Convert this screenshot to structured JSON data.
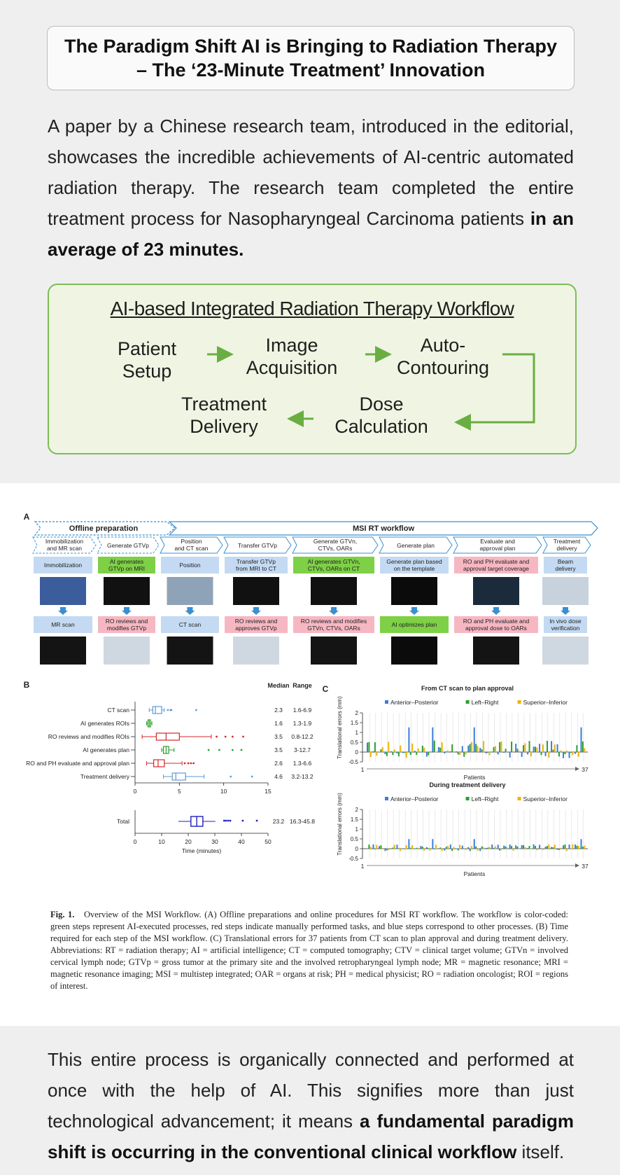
{
  "title": {
    "line1": "The Paradigm Shift AI is Bringing to Radiation Therapy",
    "line2": "– The ‘23-Minute Treatment’ Innovation"
  },
  "intro": {
    "text": "A paper by a Chinese research team, introduced in the editorial, showcases the incredible achievements of AI-centric automated radiation therapy. The research team completed the entire treatment process for Nasopharyngeal Carcinoma patients ",
    "bold": "in an average of 23 minutes."
  },
  "workflow": {
    "title": "AI-based Integrated Radiation Therapy Workflow",
    "steps": [
      {
        "line1": "Patient",
        "line2": "Setup"
      },
      {
        "line1": "Image",
        "line2": "Acquisition"
      },
      {
        "line1": "Auto-",
        "line2": "Contouring"
      },
      {
        "line1": "Dose",
        "line2": "Calculation"
      },
      {
        "line1": "Treatment",
        "line2": "Delivery"
      }
    ],
    "accent": "#7cbd55"
  },
  "figure": {
    "panel_a": {
      "label": "A",
      "offline_label": "Offline preparation",
      "msi_label": "MSI  RT workflow",
      "headers": [
        [
          "Immobilization",
          "and MR scan"
        ],
        [
          "Generate GTVp"
        ],
        [
          "Position",
          "and CT scan"
        ],
        [
          "Transfer GTVp"
        ],
        [
          "Generate GTVn,",
          "CTVs, OARs"
        ],
        [
          "Generate plan"
        ],
        [
          "Evaluate and",
          "approval plan"
        ],
        [
          "Treatment",
          "delivery"
        ]
      ],
      "top_boxes": [
        {
          "lines": [
            "Immobilization"
          ],
          "kind": "blue"
        },
        {
          "lines": [
            "AI generates",
            "GTVp on MRI"
          ],
          "kind": "green"
        },
        {
          "lines": [
            "Position"
          ],
          "kind": "blue"
        },
        {
          "lines": [
            "Transfer GTVp",
            "from MRI to CT"
          ],
          "kind": "blue"
        },
        {
          "lines": [
            "AI generates GTVn,",
            "CTVs, OARs on CT"
          ],
          "kind": "green"
        },
        {
          "lines": [
            "Generate plan based",
            "on the template"
          ],
          "kind": "blue"
        },
        {
          "lines": [
            "RO and PH evaluate and",
            "approval target coverage"
          ],
          "kind": "red"
        },
        {
          "lines": [
            "Beam",
            "delivery"
          ],
          "kind": "blue"
        }
      ],
      "bottom_boxes": [
        {
          "lines": [
            "MR scan"
          ],
          "kind": "blue"
        },
        {
          "lines": [
            "RO reviews and",
            "modifies GTVp"
          ],
          "kind": "red"
        },
        {
          "lines": [
            "CT scan"
          ],
          "kind": "blue"
        },
        {
          "lines": [
            "RO reviews and",
            "approves GTVp"
          ],
          "kind": "red"
        },
        {
          "lines": [
            "RO reviews and modifies",
            "GTVn, CTVs, OARs"
          ],
          "kind": "red"
        },
        {
          "lines": [
            "AI optimizes plan"
          ],
          "kind": "green"
        },
        {
          "lines": [
            "RO and PH evaluate and",
            "approval dose to OARs"
          ],
          "kind": "red"
        },
        {
          "lines": [
            "In vivo dose",
            "verification"
          ],
          "kind": "blue"
        }
      ],
      "colors": {
        "blue": "#c4daf2",
        "green": "#7ed046",
        "red": "#f6b7c3"
      }
    },
    "panel_b": {
      "label": "B",
      "median_header": "Median",
      "range_header": "Range",
      "rows": [
        {
          "label": "CT scan",
          "median": "2.3",
          "range": "1.6-6.9",
          "color": "#5b9bd5"
        },
        {
          "label": "AI generates ROIs",
          "median": "1.6",
          "range": "1.3-1.9",
          "color": "#2ca02c"
        },
        {
          "label": "RO reviews and modifies ROIs",
          "median": "3.5",
          "range": "0.8-12.2",
          "color": "#d62728"
        },
        {
          "label": "AI generates plan",
          "median": "3.5",
          "range": "3-12.7",
          "color": "#2ca02c"
        },
        {
          "label": "RO and PH evaluate and approval plan",
          "median": "2.6",
          "range": "1.3-6.6",
          "color": "#d62728"
        },
        {
          "label": "Treatment delivery",
          "median": "4.6",
          "range": "3.2-13.2",
          "color": "#5b9bd5"
        }
      ],
      "axis_ticks": [
        "0",
        "5",
        "10",
        "15"
      ],
      "total": {
        "label": "Total",
        "median": "23.2",
        "range": "16.3-45.8",
        "color": "#1f1fbf"
      },
      "total_ticks": [
        "0",
        "10",
        "20",
        "30",
        "40",
        "50"
      ],
      "xlabel": "Time (minutes)"
    },
    "panel_c": {
      "label": "C",
      "chart1_title": "From CT scan to plan approval",
      "chart2_title": "During treatment delivery",
      "legend": [
        {
          "name": "Anterior–Posterior",
          "color": "#3b7dd8"
        },
        {
          "name": "Left–Right",
          "color": "#2ca02c"
        },
        {
          "name": "Superior–Inferior",
          "color": "#f0b400"
        }
      ],
      "ylabel": "Translational errors (mm)",
      "chart1_ticks": [
        "2",
        "1.5",
        "1",
        "0.5",
        "0",
        "-0.5"
      ],
      "chart2_ticks": [
        "2",
        "1.5",
        "1",
        "0.5",
        "0",
        "-0.5"
      ],
      "x_start": "1",
      "x_end": "37",
      "xlabel": "Patients"
    },
    "caption": {
      "label": "Fig. 1.",
      "text": "Overview of the MSI Workflow. (A) Offline preparations and online procedures for MSI RT workflow. The workflow is color-coded: green steps represent AI-executed processes, red steps indicate manually performed tasks, and blue steps correspond to other processes. (B) Time required for each step of the MSI workflow. (C) Translational errors for 37 patients from CT scan to plan approval and during treatment delivery. Abbreviations: RT = radiation therapy; AI = artificial intelligence; CT = computed tomography; CTV = clinical target volume; GTVn = involved cervical lymph node; GTVp = gross tumor at the primary site and the involved retropharyngeal lymph node; MR = magnetic resonance; MRI = magnetic resonance imaging; MSI = multistep integrated; OAR = organs at risk; PH = medical physicist; RO = radiation oncologist; ROI = regions of interest."
    }
  },
  "chart_data": {
    "type": "table",
    "title": "",
    "columns": [
      "Median",
      "Range"
    ],
    "rows": [
      {
        "step": "CT scan",
        "median": 2.3,
        "range": [
          1.6,
          6.9
        ]
      },
      {
        "step": "AI generates ROIs",
        "median": 1.6,
        "range": [
          1.3,
          1.9
        ]
      },
      {
        "step": "RO reviews and modifies ROIs",
        "median": 3.5,
        "range": [
          0.8,
          12.2
        ]
      },
      {
        "step": "AI generates plan",
        "median": 3.5,
        "range": [
          3,
          12.7
        ]
      },
      {
        "step": "RO and PH evaluate and approval plan",
        "median": 2.6,
        "range": [
          1.3,
          6.6
        ]
      },
      {
        "step": "Treatment delivery",
        "median": 4.6,
        "range": [
          3.2,
          13.2
        ]
      },
      {
        "step": "Total",
        "median": 23.2,
        "range": [
          16.3,
          45.8
        ]
      }
    ],
    "xlabel": "Time (minutes)",
    "xlim": [
      0,
      15
    ],
    "total_xlim": [
      0,
      50
    ]
  },
  "outro": {
    "text1": "This entire process is organically connected and performed at once with the help of AI. This signifies more than just technological advancement; it means ",
    "bold": "a fundamental paradigm shift is occurring in the conventional clinical workflow",
    "text2": " itself."
  }
}
